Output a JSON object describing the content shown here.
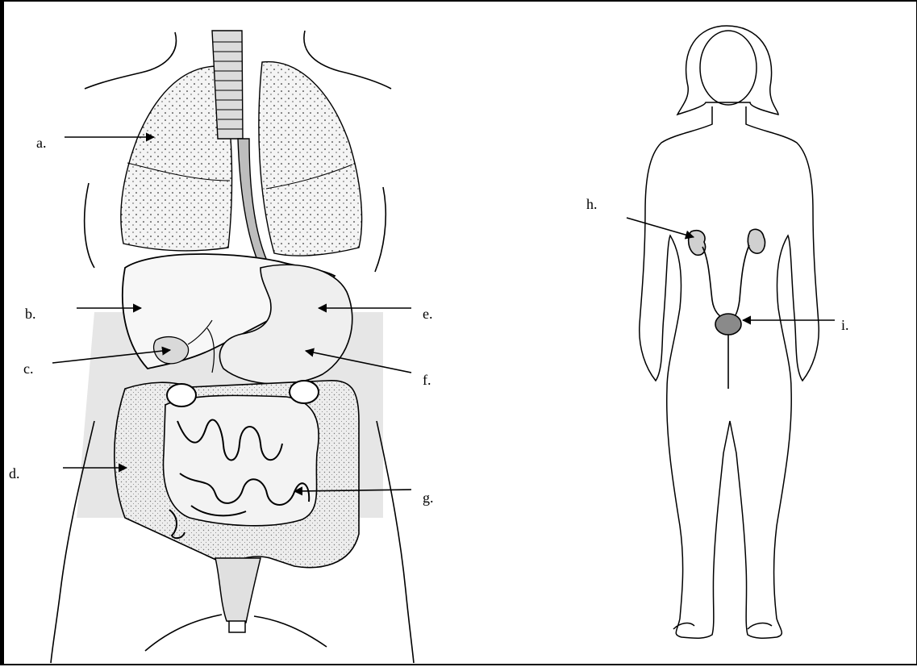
{
  "labels": {
    "a": "a.",
    "b": "b.",
    "c": "c.",
    "d": "d.",
    "e": "e.",
    "f": "f.",
    "g": "g.",
    "h": "h.",
    "i": "i."
  },
  "colors": {
    "ink": "#000000",
    "shade": "#e6e6e6",
    "organ_fill": "#f7f7f7",
    "background": "#ffffff"
  },
  "icons": [
    "arrow-icon"
  ]
}
